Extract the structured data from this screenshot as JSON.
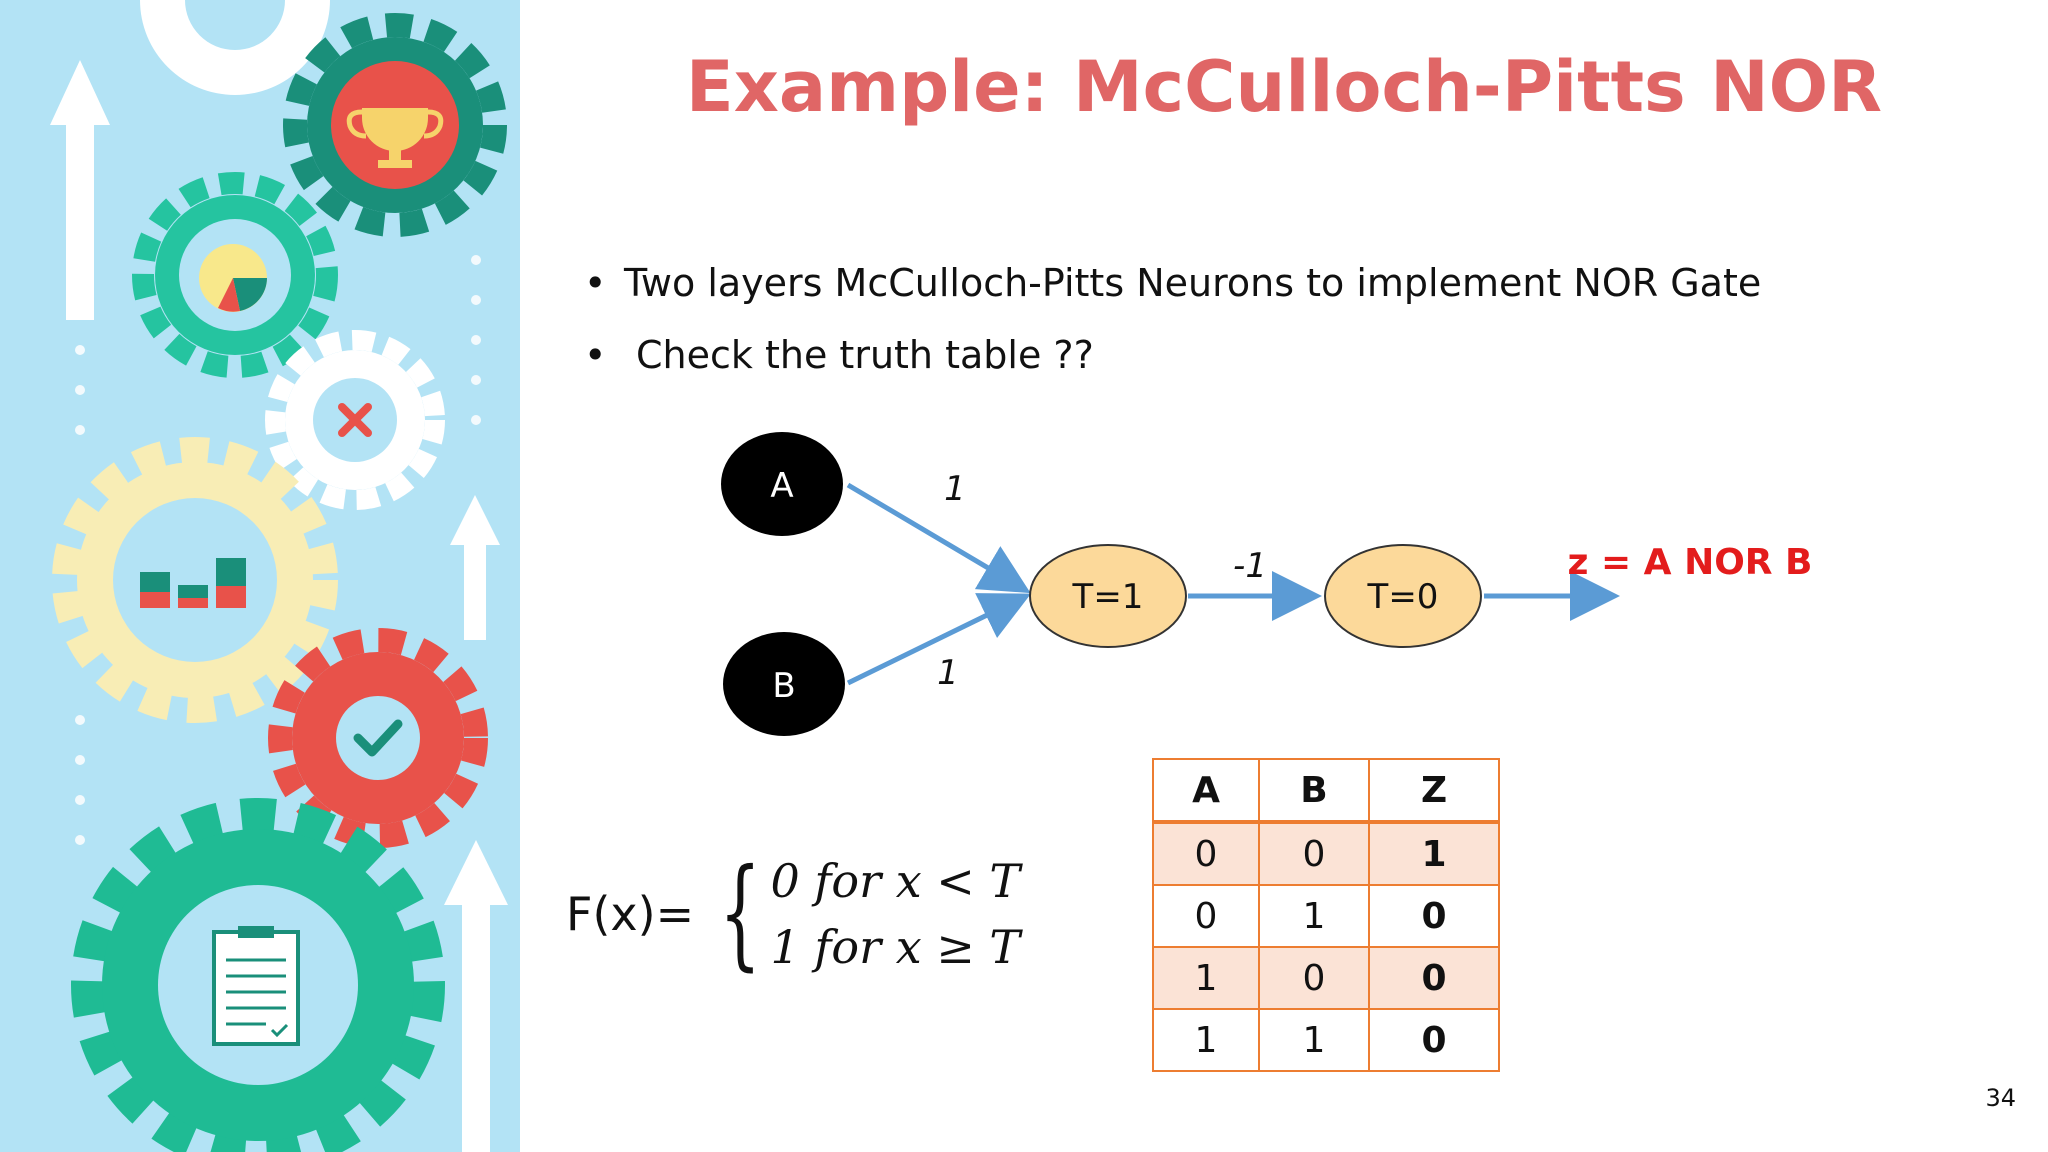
{
  "slide": {
    "title": "Example: McCulloch-Pitts NOR",
    "page_number": "34"
  },
  "bullets": [
    "Two layers McCulloch-Pitts Neurons to implement NOR Gate",
    "Check the truth table ??"
  ],
  "diagram": {
    "input_a": "A",
    "input_b": "B",
    "weight_a": "1",
    "weight_b": "1",
    "weight_hidden": "-1",
    "neuron1": "T=1",
    "neuron2": "T=0",
    "output_label": "z = A NOR B",
    "colors": {
      "arrow": "#5b9bd5",
      "neuron_fill": "#fcd99a",
      "neuron_stroke": "#333333",
      "input_fill": "#000000",
      "output_text": "#e31c1c"
    }
  },
  "formula": {
    "lhs": "F(x)=",
    "case_0": "0 for x < T",
    "case_1": "1 for x ≥ T"
  },
  "truth_table": {
    "headers": [
      "A",
      "B",
      "Z"
    ],
    "rows": [
      [
        "0",
        "0",
        "1"
      ],
      [
        "0",
        "1",
        "0"
      ],
      [
        "1",
        "0",
        "0"
      ],
      [
        "1",
        "1",
        "0"
      ]
    ]
  },
  "icons": [
    "trophy-icon",
    "pie-chart-icon",
    "close-icon",
    "bar-chart-icon",
    "check-icon",
    "clipboard-icon",
    "up-arrow-icon"
  ]
}
